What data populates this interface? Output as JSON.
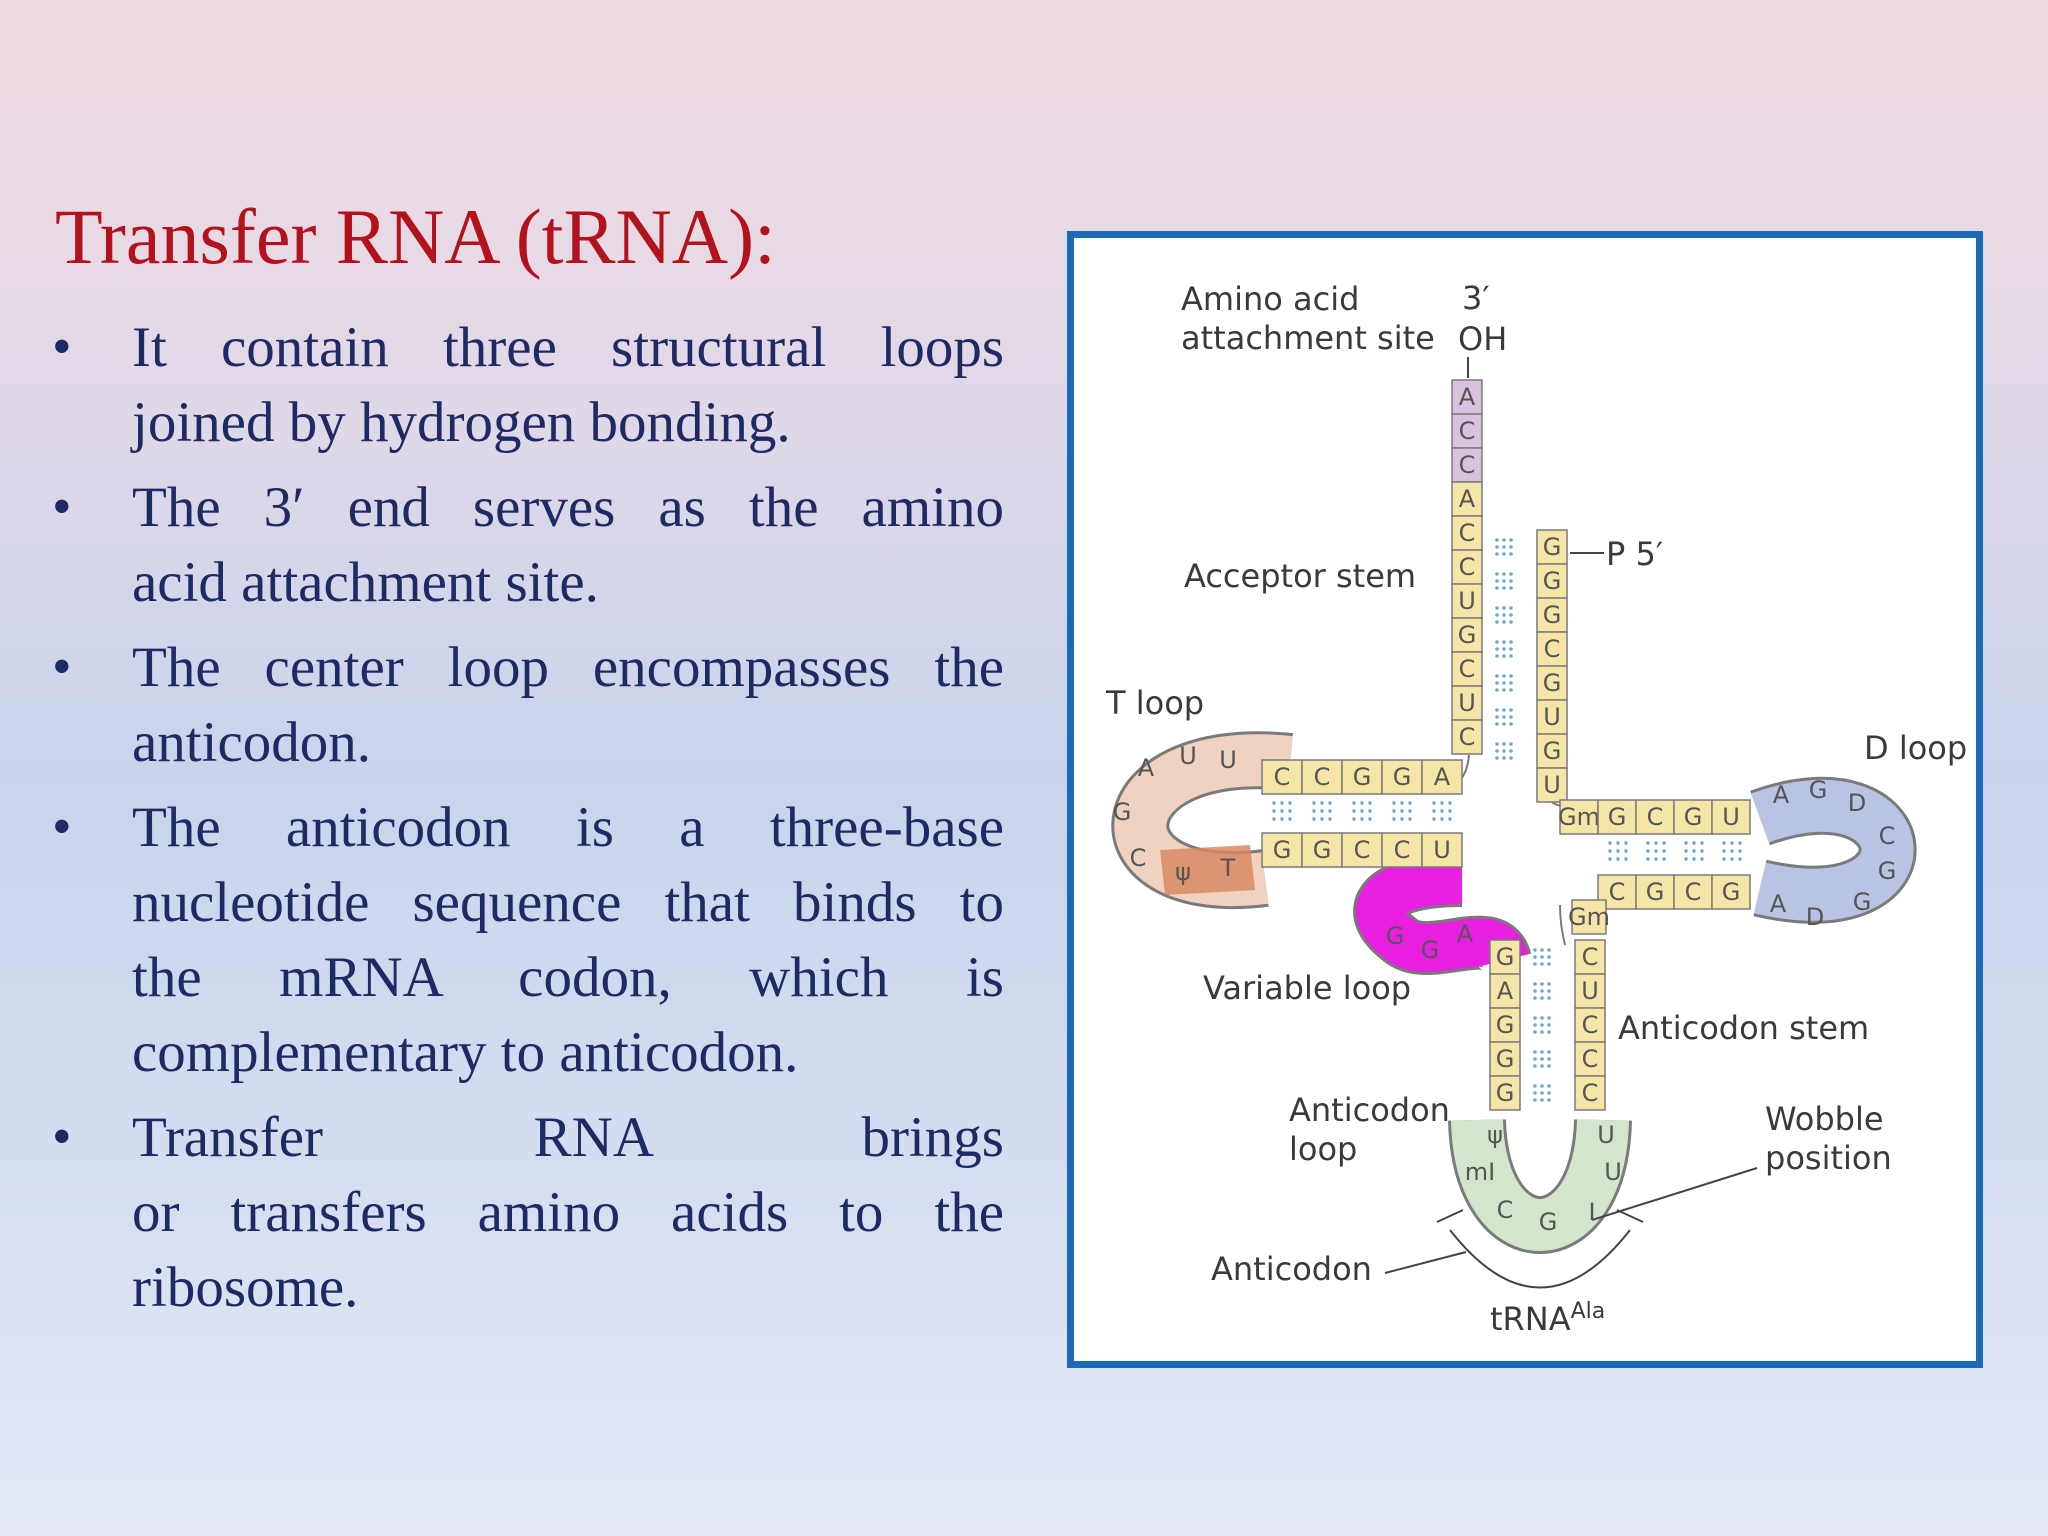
{
  "slide": {
    "title": "Transfer RNA (tRNA):",
    "bullet_symbol": "•",
    "bullets": [
      {
        "lines": [
          "It contain three structural loops",
          "joined by hydrogen bonding."
        ]
      },
      {
        "lines": [
          "The 3′ end serves as the amino",
          "acid attachment site."
        ]
      },
      {
        "lines": [
          "The center loop encompasses the",
          "anticodon."
        ]
      },
      {
        "lines": [
          "The anticodon is a three-base",
          "nucleotide sequence that binds to",
          "the mRNA codon, which is",
          "complementary to anticodon."
        ]
      },
      {
        "lines": [
          "Transfer RNA brings",
          "or transfers amino acids to the",
          "ribosome."
        ]
      }
    ]
  },
  "figure": {
    "labels": {
      "amino_acid_site_1": "Amino acid",
      "amino_acid_site_2": "attachment site",
      "three_prime": "3′",
      "oh": "OH",
      "p5": "P  5′",
      "acceptor_stem": "Acceptor stem",
      "t_loop": "T loop",
      "d_loop": "D loop",
      "variable_loop": "Variable loop",
      "anticodon_stem": "Anticodon stem",
      "anticodon_loop_1": "Anticodon",
      "anticodon_loop_2": "loop",
      "wobble_1": "Wobble",
      "wobble_2": "position",
      "anticodon": "Anticodon",
      "trna": "tRNA",
      "trna_sup": "Ala"
    },
    "colors": {
      "stem": "#f5e6a8",
      "acceptor_tip": "#d9c2dd",
      "t_loop": "#f0d2c0",
      "t_loop_dark": "#d98a62",
      "d_loop": "#b9c4e4",
      "variable_loop": "#e81ee0",
      "anticodon_loop": "#d3e6cc",
      "border": "#1a6ab8"
    },
    "bases": {
      "acceptor_left": [
        "A",
        "C",
        "C",
        "A",
        "C",
        "C",
        "U",
        "G",
        "C",
        "U",
        "C"
      ],
      "acceptor_right": [
        "G",
        "G",
        "G",
        "C",
        "G",
        "U",
        "G",
        "U"
      ],
      "t_arm_top": [
        "C",
        "C",
        "G",
        "G",
        "A"
      ],
      "t_arm_bottom": [
        "G",
        "G",
        "C",
        "C",
        "U"
      ],
      "t_loop": [
        "A",
        "U",
        "U",
        "G",
        "C",
        "ψ",
        "T"
      ],
      "d_arm_top": [
        "Gm",
        "G",
        "C",
        "G",
        "U"
      ],
      "d_arm_bottom": [
        "C",
        "G",
        "C",
        "G"
      ],
      "d_loop": [
        "A",
        "G",
        "D",
        "C",
        "G",
        "G",
        "D",
        "A"
      ],
      "variable": [
        "G",
        "G",
        "A"
      ],
      "anticodon_left": [
        "G",
        "A",
        "G",
        "G",
        "G"
      ],
      "anticodon_right": [
        "C",
        "U",
        "C",
        "C",
        "C"
      ],
      "anticodon_loop": [
        "ψ",
        "mI",
        "C",
        "G",
        "I",
        "U",
        "U"
      ],
      "gm_anticodon": "Gm"
    }
  }
}
